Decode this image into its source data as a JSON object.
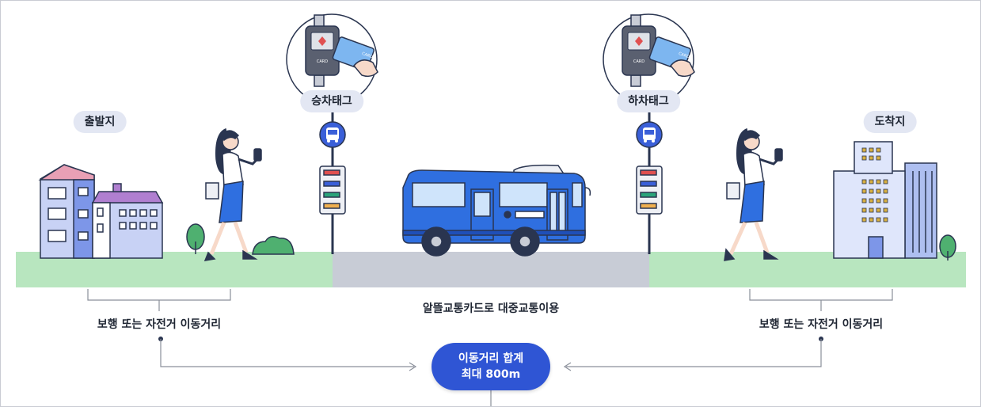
{
  "labels": {
    "origin": "출발지",
    "boarding_tag": "승차태그",
    "alighting_tag": "하차태그",
    "destination": "도착지",
    "walk_left": "보행 또는 자전거 이동거리",
    "transit": "알뜰교통카드로 대중교통이용",
    "walk_right": "보행 또는 자전거 이동거리",
    "total_line1": "이동거리 합계",
    "total_line2": "최대 800m",
    "card_reader_text": "CARD",
    "card_text": "CARD"
  },
  "colors": {
    "ground": "#b8e6bf",
    "road": "#c8ccd6",
    "bus": "#2f6fe0",
    "accent": "#2f55d4",
    "pill": "#e3e7f3"
  }
}
